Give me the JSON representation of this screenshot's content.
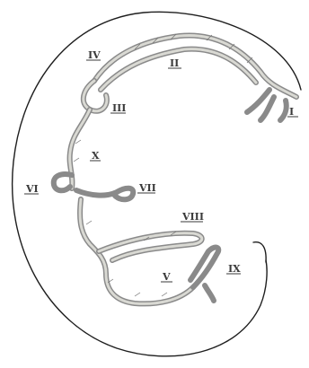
{
  "labels": {
    "I": "I",
    "II": "II",
    "III": "III",
    "IV": "IV",
    "V": "V",
    "VI": "VI",
    "VII": "VII",
    "VIII": "VIII",
    "IX": "IX",
    "X": "X"
  },
  "colors": {
    "background": "#ffffff",
    "outline": "#1e1e1e",
    "vessel": "#8a8a8a"
  }
}
